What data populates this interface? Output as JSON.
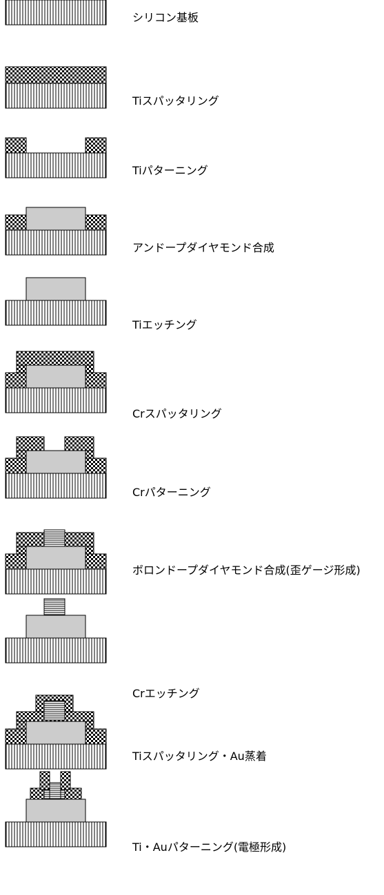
{
  "colors": {
    "ink": "#000000",
    "paper": "#ffffff",
    "diamond": "#cccccc"
  },
  "steps": [
    {
      "label": "シリコン基板",
      "layers": [
        "si"
      ]
    },
    {
      "label": "Tiスパッタリング",
      "layers": [
        "si",
        "ti-full"
      ]
    },
    {
      "label": "Tiパターニング",
      "layers": [
        "si",
        "ti-pattern"
      ]
    },
    {
      "label": "アンドープダイヤモンド合成",
      "layers": [
        "si",
        "ti-pattern",
        "undoped-diamond"
      ]
    },
    {
      "label": "Tiエッチング",
      "layers": [
        "si",
        "undoped-diamond"
      ]
    },
    {
      "label": "Crスパッタリング",
      "layers": [
        "si",
        "undoped-diamond",
        "cr-full"
      ]
    },
    {
      "label": "Crパターニング",
      "layers": [
        "si",
        "undoped-diamond",
        "cr-pattern"
      ]
    },
    {
      "label": "ボロンドープダイヤモンド合成(歪ゲージ形成)",
      "layers": [
        "si",
        "undoped-diamond",
        "cr-pattern",
        "boron-doped-diamond"
      ]
    },
    {
      "label": "Crエッチング",
      "layers": [
        "si",
        "undoped-diamond",
        "boron-doped-diamond"
      ]
    },
    {
      "label": "Tiスパッタリング・Au蒸着",
      "layers": [
        "si",
        "undoped-diamond",
        "boron-doped-diamond",
        "ti-au-full"
      ]
    },
    {
      "label": "Ti・Auパターニング(電極形成)",
      "layers": [
        "si",
        "undoped-diamond",
        "boron-doped-diamond",
        "ti-au-pattern"
      ]
    }
  ]
}
